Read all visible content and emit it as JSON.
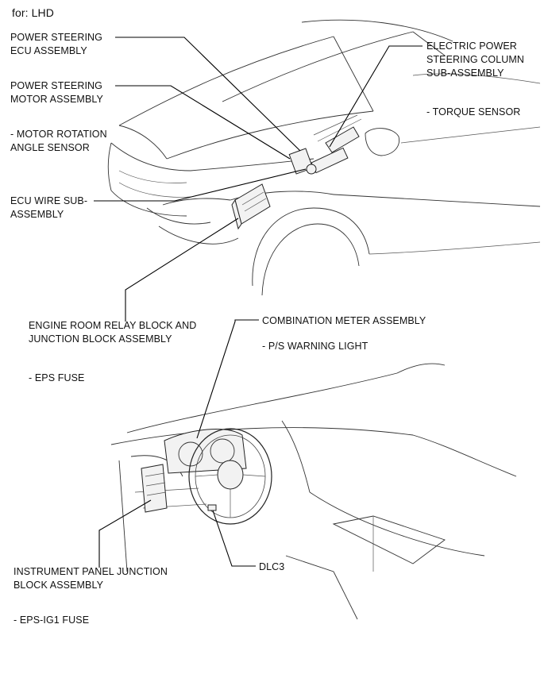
{
  "header": {
    "text": "for: LHD"
  },
  "labels": {
    "ps_ecu": [
      "POWER STEERING",
      "ECU ASSEMBLY"
    ],
    "ps_motor": [
      "POWER STEERING",
      "MOTOR ASSEMBLY"
    ],
    "motor_sensor": [
      "- MOTOR ROTATION",
      "ANGLE SENSOR"
    ],
    "ecu_wire": [
      "ECU WIRE SUB-",
      "ASSEMBLY"
    ],
    "eps_column": [
      "ELECTRIC POWER",
      "STEERING COLUMN",
      "SUB-ASSEMBLY"
    ],
    "torque": [
      "- TORQUE SENSOR"
    ],
    "engine_relay": [
      "ENGINE ROOM RELAY BLOCK AND",
      "JUNCTION BLOCK ASSEMBLY"
    ],
    "eps_fuse": [
      "- EPS FUSE"
    ],
    "combo_meter": [
      "COMBINATION METER ASSEMBLY"
    ],
    "ps_warning": [
      "- P/S WARNING LIGHT"
    ],
    "dlc3": [
      "DLC3"
    ],
    "ip_junction": [
      "INSTRUMENT PANEL JUNCTION",
      "BLOCK ASSEMBLY"
    ],
    "eps_ig1": [
      "- EPS-IG1 FUSE"
    ]
  }
}
